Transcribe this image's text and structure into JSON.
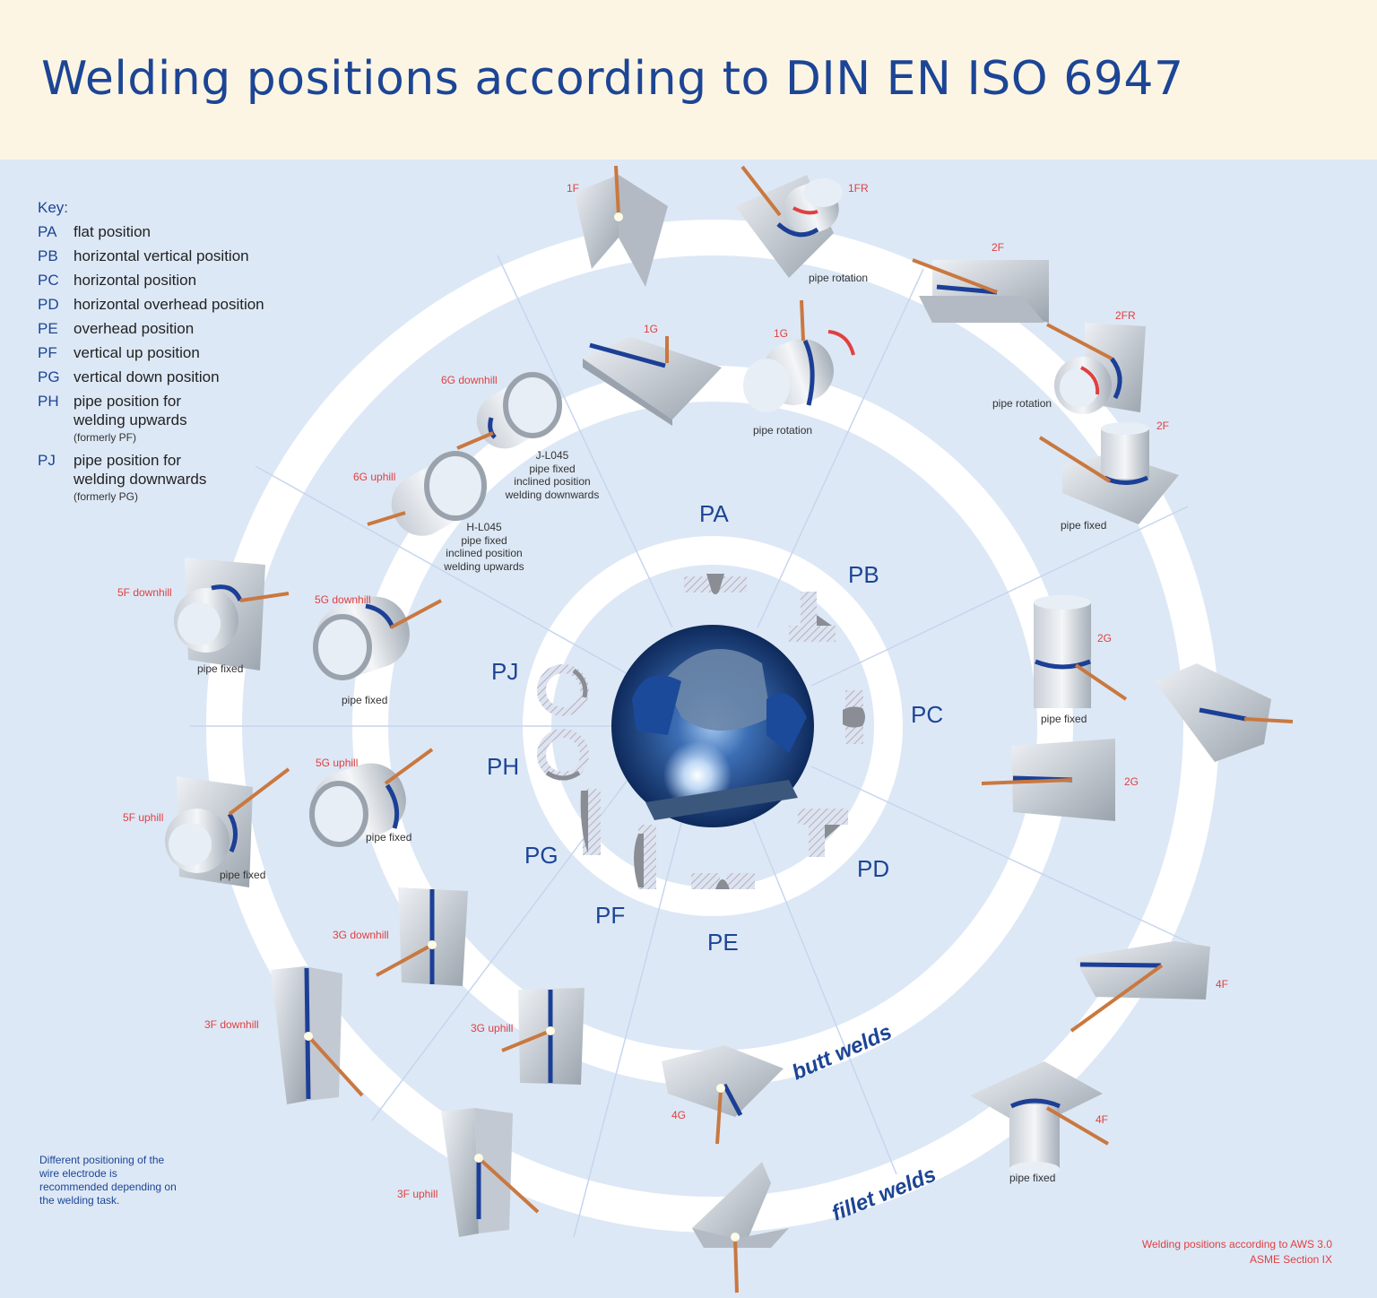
{
  "title": "Welding positions according to DIN EN ISO 6947",
  "key": {
    "heading": "Key:",
    "items": [
      {
        "code": "PA",
        "desc": "flat position",
        "note": ""
      },
      {
        "code": "PB",
        "desc": "horizontal vertical position",
        "note": ""
      },
      {
        "code": "PC",
        "desc": "horizontal position",
        "note": ""
      },
      {
        "code": "PD",
        "desc": "horizontal overhead position",
        "note": ""
      },
      {
        "code": "PE",
        "desc": "overhead position",
        "note": ""
      },
      {
        "code": "PF",
        "desc": "vertical up position",
        "note": ""
      },
      {
        "code": "PG",
        "desc": "vertical down position",
        "note": ""
      },
      {
        "code": "PH",
        "desc": "pipe position for welding upwards",
        "note": "(formerly PF)"
      },
      {
        "code": "PJ",
        "desc": "pipe position for welding downwards",
        "note": "(formerly PG)"
      }
    ]
  },
  "positions": [
    "PA",
    "PB",
    "PC",
    "PD",
    "PE",
    "PF",
    "PG",
    "PH",
    "PJ"
  ],
  "rings": {
    "butt": "butt welds",
    "fillet": "fillet welds"
  },
  "aws_labels": {
    "f1": "1F",
    "fr1": "1FR",
    "f2a": "2F",
    "fr2": "2FR",
    "f2b": "2F",
    "g1a": "1G",
    "g1b": "1G",
    "g6dn": "6G downhill",
    "g6up": "6G uphill",
    "g2a": "2G",
    "g2b": "2G",
    "f4a": "4F",
    "f4b": "4F",
    "g4": "4G",
    "f5dn": "5F downhill",
    "g5dn": "5G downhill",
    "g5up": "5G uphill",
    "f5up": "5F uphill",
    "g3dn": "3G downhill",
    "f3dn": "3F downhill",
    "g3up": "3G uphill",
    "f3up": "3F uphill"
  },
  "captions": {
    "rot1": "pipe rotation",
    "rot2": "pipe rotation",
    "rot3": "pipe rotation",
    "fixed": "pipe fixed",
    "j_l045": [
      "J-L045",
      "pipe fixed",
      "inclined position",
      "welding downwards"
    ],
    "h_l045": [
      "H-L045",
      "pipe fixed",
      "inclined position",
      "welding upwards"
    ]
  },
  "footnote": "Different positioning of the wire electrode is recommended depending on the welding task.",
  "aws_note": [
    "Welding positions according to AWS 3.0",
    "ASME Section IX"
  ],
  "colors": {
    "brand": "#1c4595",
    "accent": "#e04040",
    "header_bg": "#fdf5e4",
    "panel_bg": "#dde8f6"
  }
}
